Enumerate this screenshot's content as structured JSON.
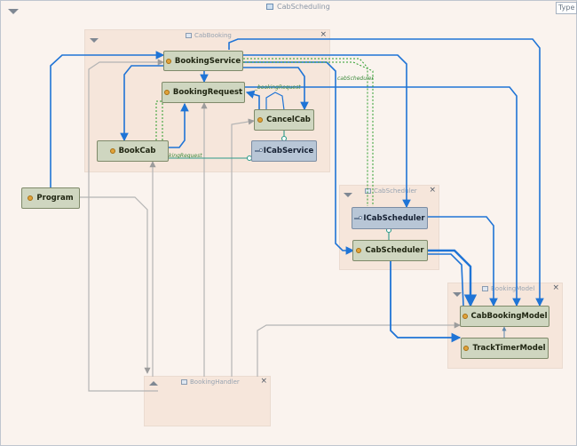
{
  "diagram": {
    "title": "CabScheduling",
    "search_placeholder": "Type f"
  },
  "groups": [
    {
      "id": "CabBooking",
      "label": "CabBooking"
    },
    {
      "id": "CabScheduler",
      "label": "CabScheduler"
    },
    {
      "id": "BookingModel",
      "label": "BookingModel"
    },
    {
      "id": "BookingHandler",
      "label": "BookingHandler"
    }
  ],
  "nodes": [
    {
      "id": "BookingService",
      "label": "BookingService",
      "kind": "class"
    },
    {
      "id": "BookingRequest",
      "label": "BookingRequest",
      "kind": "class"
    },
    {
      "id": "CancelCab",
      "label": "CancelCab",
      "kind": "class"
    },
    {
      "id": "ICabService",
      "label": "ICabService",
      "kind": "interface"
    },
    {
      "id": "BookCab",
      "label": "BookCab",
      "kind": "class"
    },
    {
      "id": "Program",
      "label": "Program",
      "kind": "class"
    },
    {
      "id": "ICabScheduler",
      "label": "ICabScheduler",
      "kind": "interface"
    },
    {
      "id": "CabScheduler",
      "label": "CabScheduler",
      "kind": "class"
    },
    {
      "id": "CabBookingModel",
      "label": "CabBookingModel",
      "kind": "class"
    },
    {
      "id": "TrackTimerModel",
      "label": "TrackTimerModel",
      "kind": "class"
    }
  ],
  "edge_labels": {
    "booking_request_top": "_bookingRequest",
    "cab_scheduler": "cabScheduler",
    "booking_request_bottom": "_bookingRequest"
  },
  "colors": {
    "dependency": "#1f74d6",
    "realization": "#2d9b8a",
    "field": "#2a9c2a",
    "handler": "#b4b4b4",
    "class_fill": "#cfd6c0",
    "interface_fill": "#b8c6d6"
  }
}
